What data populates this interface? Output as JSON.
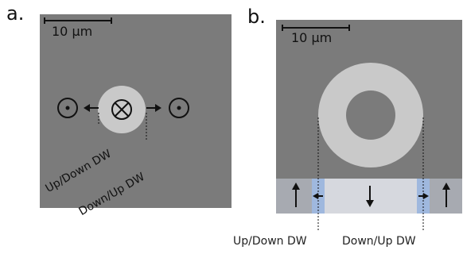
{
  "panel_a": {
    "letter": "a.",
    "scale_label": "10 μm",
    "label_left": "Up/Down DW",
    "label_right": "Down/Up DW"
  },
  "panel_b": {
    "letter": "b.",
    "scale_label": "10 μm",
    "label_left": "Up/Down  DW",
    "label_right": "Down/Up DW"
  },
  "colors": {
    "background_gray": "#7b7b7b",
    "domain_bright": "#c9c9c9",
    "strip_gray": "#a7aab1",
    "strip_light": "#d6d8de",
    "wall_blue": "#9fb8de"
  },
  "icons": [
    "magnetization-out-of-plane-icon",
    "magnetization-into-plane-icon",
    "arrow-icon"
  ]
}
